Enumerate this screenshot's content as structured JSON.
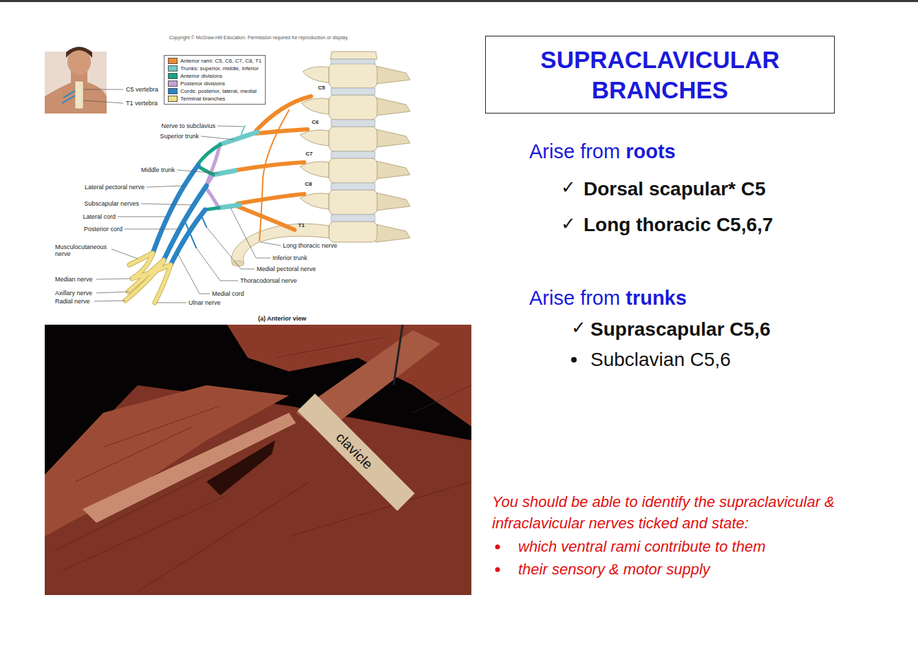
{
  "diagram": {
    "title": "SUPRACLAVICULAR BRANCHES",
    "labels": [
      "Copyright © McGraw-Hill Education. Permission required for reproduction or display.",
      "C5 vertebra",
      "T1 vertebra",
      "C5",
      "C6",
      "C7",
      "C8",
      "T1",
      "Nerve to subclavius",
      "Superior trunk",
      "Middle trunk",
      "Lateral pectoral nerve",
      "Subscapular nerves",
      "Lateral cord",
      "Posterior cord",
      "Musculocutaneous nerve",
      "Long thoracic nerve",
      "Inferior trunk",
      "Medial pectoral nerve",
      "Thoracodorsal nerve",
      "Median nerve",
      "Medial cord",
      "Axillary nerve",
      "Radial nerve",
      "Ulnar nerve",
      "(a) Anterior view",
      "clavicle",
      "Arise from",
      "roots",
      "✓",
      "Dorsal scapular* C5",
      "✓",
      "Long thoracic C5,6,7",
      "Arise from",
      "trunks",
      "✓",
      "Suprascapular C5,6",
      "Subclavian C5,6",
      "You should be able to identify the supraclavicular & infraclavicular nerves ticked and state:",
      "which ventral rami contribute to them",
      "their sensory & motor supply"
    ],
    "legend": [
      {
        "text": "Anterior rami: C5, C6, C7, C8, T1",
        "color": "#f0892a"
      },
      {
        "text": "Trunks: superior, middle, inferior",
        "color": "#6cc9c9"
      },
      {
        "text": "Anterior divisions",
        "color": "#1aa385"
      },
      {
        "text": "Posterior divisions",
        "color": "#c2a2d6"
      },
      {
        "text": "Cords: posterior, lateral, medial",
        "color": "#2a84c4"
      },
      {
        "text": "Terminal branches",
        "color": "#f2df86"
      }
    ]
  }
}
